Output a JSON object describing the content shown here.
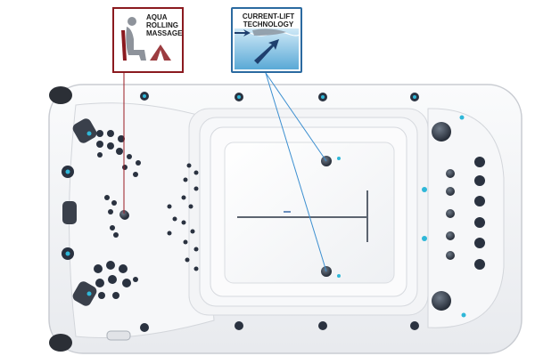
{
  "features": {
    "aqua_rolling": {
      "lines": [
        "AQUA",
        "ROLLING",
        "MASSAGE"
      ],
      "icon": "seated-person-massage-icon",
      "accent": "#8b1a1f"
    },
    "current_lift": {
      "lines": [
        "CURRENT-LIFT",
        "TECHNOLOGY"
      ],
      "icon": "current-flow-arrow-icon",
      "accent": "#2b6aa0"
    }
  },
  "colors": {
    "shell": "#f2f3f5",
    "shell_edge": "#c9ccd2",
    "jet_dark": "#2a3240",
    "jet_blue": "#2fb7d8",
    "callout_red": "#9a1b22",
    "callout_blue": "#3c8fd0"
  }
}
